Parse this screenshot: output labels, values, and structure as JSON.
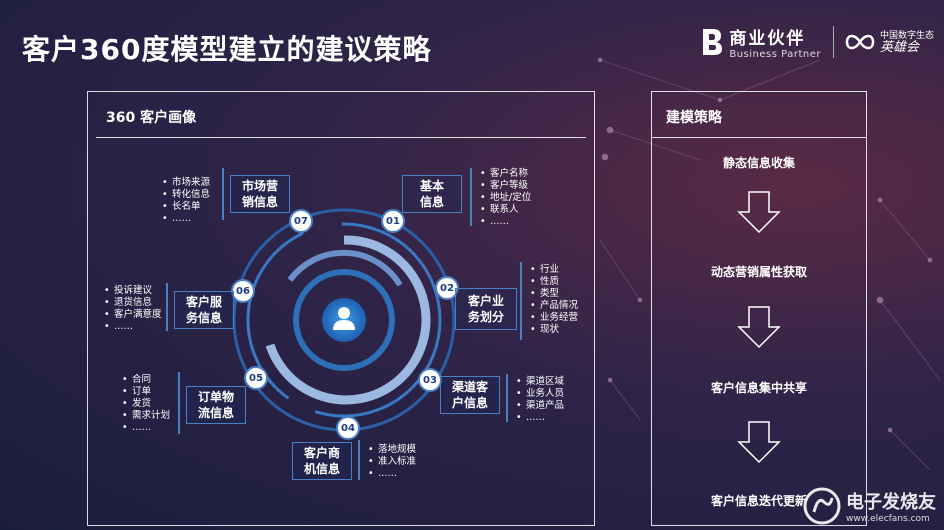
{
  "title": "客户360度模型建立的建议策略",
  "brand": {
    "partner_cn": "商业伙伴",
    "partner_en": "Business Partner",
    "org_small": "中国数字生态",
    "org_big": "英雄会"
  },
  "left_panel": {
    "title": "360 客户画像",
    "segments": [
      {
        "num": "01",
        "label": "基本\n信息",
        "items": [
          "客户名称",
          "客户等级",
          "地址/定位",
          "联系人",
          "……"
        ]
      },
      {
        "num": "02",
        "label": "客户业\n务划分",
        "items": [
          "行业",
          "性质",
          "类型",
          "产品情况",
          "业务经营",
          "现状"
        ]
      },
      {
        "num": "03",
        "label": "渠道客\n户信息",
        "items": [
          "渠道区域",
          "业务人员",
          "渠道产品",
          "……"
        ]
      },
      {
        "num": "04",
        "label": "客户商\n机信息",
        "items": [
          "落地规模",
          "准入标准",
          "……"
        ]
      },
      {
        "num": "05",
        "label": "订单物\n流信息",
        "items": [
          "合同",
          "订单",
          "发货",
          "需求计划",
          "……"
        ]
      },
      {
        "num": "06",
        "label": "客户服\n务信息",
        "items": [
          "投诉建议",
          "退货信息",
          "客户满意度",
          "……"
        ]
      },
      {
        "num": "07",
        "label": "市场营\n销信息",
        "items": [
          "市场来源",
          "转化信息",
          "长名单",
          "……"
        ]
      }
    ]
  },
  "right_panel": {
    "title": "建模策略",
    "steps": [
      "静态信息收集",
      "动态营销属性获取",
      "客户信息集中共享",
      "客户信息迭代更新"
    ]
  },
  "watermark": {
    "cn": "电子发烧友",
    "en": "www.elecfans.com"
  },
  "colors": {
    "box_border": "#4a7fc4",
    "ring": "#3a78c4",
    "center": "#2f8fd8"
  }
}
